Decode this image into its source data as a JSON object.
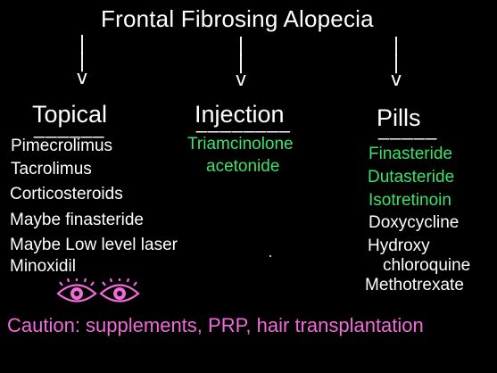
{
  "title": "Frontal Fibrosing Alopecia",
  "columns": {
    "topical": {
      "heading": "Topical",
      "items": [
        "Pimecrolimus",
        "Tacrolimus",
        "Corticosteroids",
        "Maybe finasteride",
        "Maybe Low level laser",
        "Minoxidil"
      ]
    },
    "injection": {
      "heading": "Injection",
      "items": [
        "Triamcinolone",
        "acetonide"
      ]
    },
    "pills": {
      "heading": "Pills",
      "items": [
        "Finasteride",
        "Dutasteride",
        "Isotretinoin",
        "Doxycycline",
        "Hydroxy",
        "chloroquine",
        "Methotrexate"
      ]
    }
  },
  "caution": "Caution: supplements, PRP, hair transplantation",
  "icons": {
    "eyes": "eyes-icon"
  },
  "colors": {
    "green": "#3ee16a",
    "pink": "#f06bd8",
    "text": "#ffffff",
    "background": "#000000"
  }
}
